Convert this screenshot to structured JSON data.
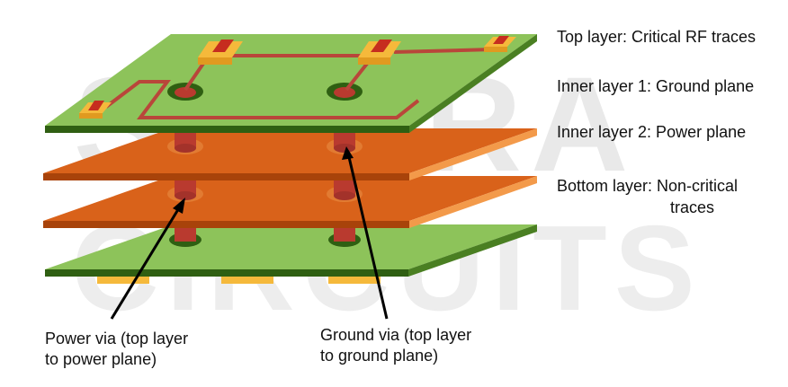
{
  "watermark": {
    "line1": "SIERRA",
    "line2": "CIRCUITS"
  },
  "layers": {
    "top": "Top layer: Critical RF traces",
    "inner1": "Inner layer 1: Ground plane",
    "inner2": "Inner layer 2: Power plane",
    "bottom_line1": "Bottom layer: Non-critical",
    "bottom_line2": "traces"
  },
  "callouts": {
    "power_via_line1": "Power via (top layer",
    "power_via_line2": "to power plane)",
    "ground_via_line1": "Ground via (top layer",
    "ground_via_line2": "to ground plane)"
  },
  "colors": {
    "board_green": "#8dc35a",
    "board_green_edge": "#2f5f12",
    "copper_orange": "#d9621a",
    "copper_orange_light": "#f39a4a",
    "via_red": "#b93a2f",
    "trace_red": "#b9463a",
    "pad_yellow": "#f5b93b",
    "component_red": "#c62d1f"
  }
}
